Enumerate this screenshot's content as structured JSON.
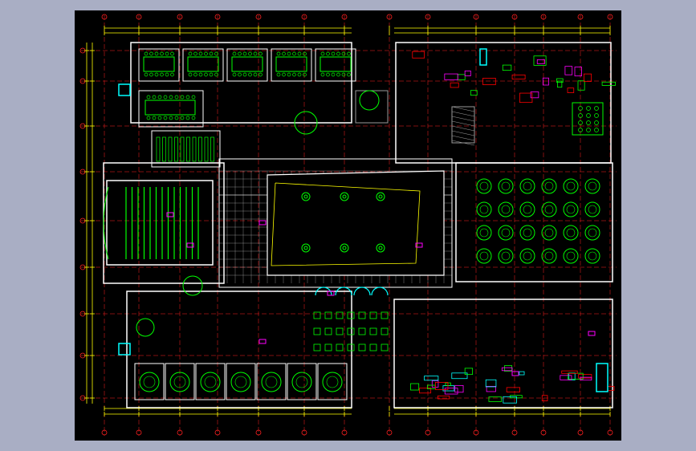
{
  "viewer": {
    "background_color": "#a9aec4",
    "canvas_color": "#000000"
  },
  "drawing": {
    "type": "architectural floor plan (CAD)",
    "palette": {
      "walls": "#ffffff",
      "grid_axis": "#ff2020",
      "dimensions": "#ffff00",
      "furniture": "#00ff00",
      "annotations": "#ff00ff",
      "glazing": "#00ffff",
      "hatch": "#9a9a9a",
      "services": "#ff0000"
    },
    "zones": [
      {
        "id": "private-rooms-north",
        "kind": "private dining rooms",
        "count": 5
      },
      {
        "id": "conference-room",
        "kind": "meeting room with long table"
      },
      {
        "id": "auditorium",
        "kind": "lecture hall with seating rows"
      },
      {
        "id": "central-atrium",
        "kind": "open atrium with planters"
      },
      {
        "id": "banquet-hall",
        "kind": "banquet hall",
        "round_tables": 24
      },
      {
        "id": "restaurant",
        "kind": "dining with 4-seat tables"
      },
      {
        "id": "private-rooms-south",
        "kind": "private dining rooms with round tables",
        "count": 7
      },
      {
        "id": "kitchen",
        "kind": "kitchen / back of house"
      },
      {
        "id": "lobby",
        "kind": "entrance lobby with reception"
      }
    ]
  }
}
